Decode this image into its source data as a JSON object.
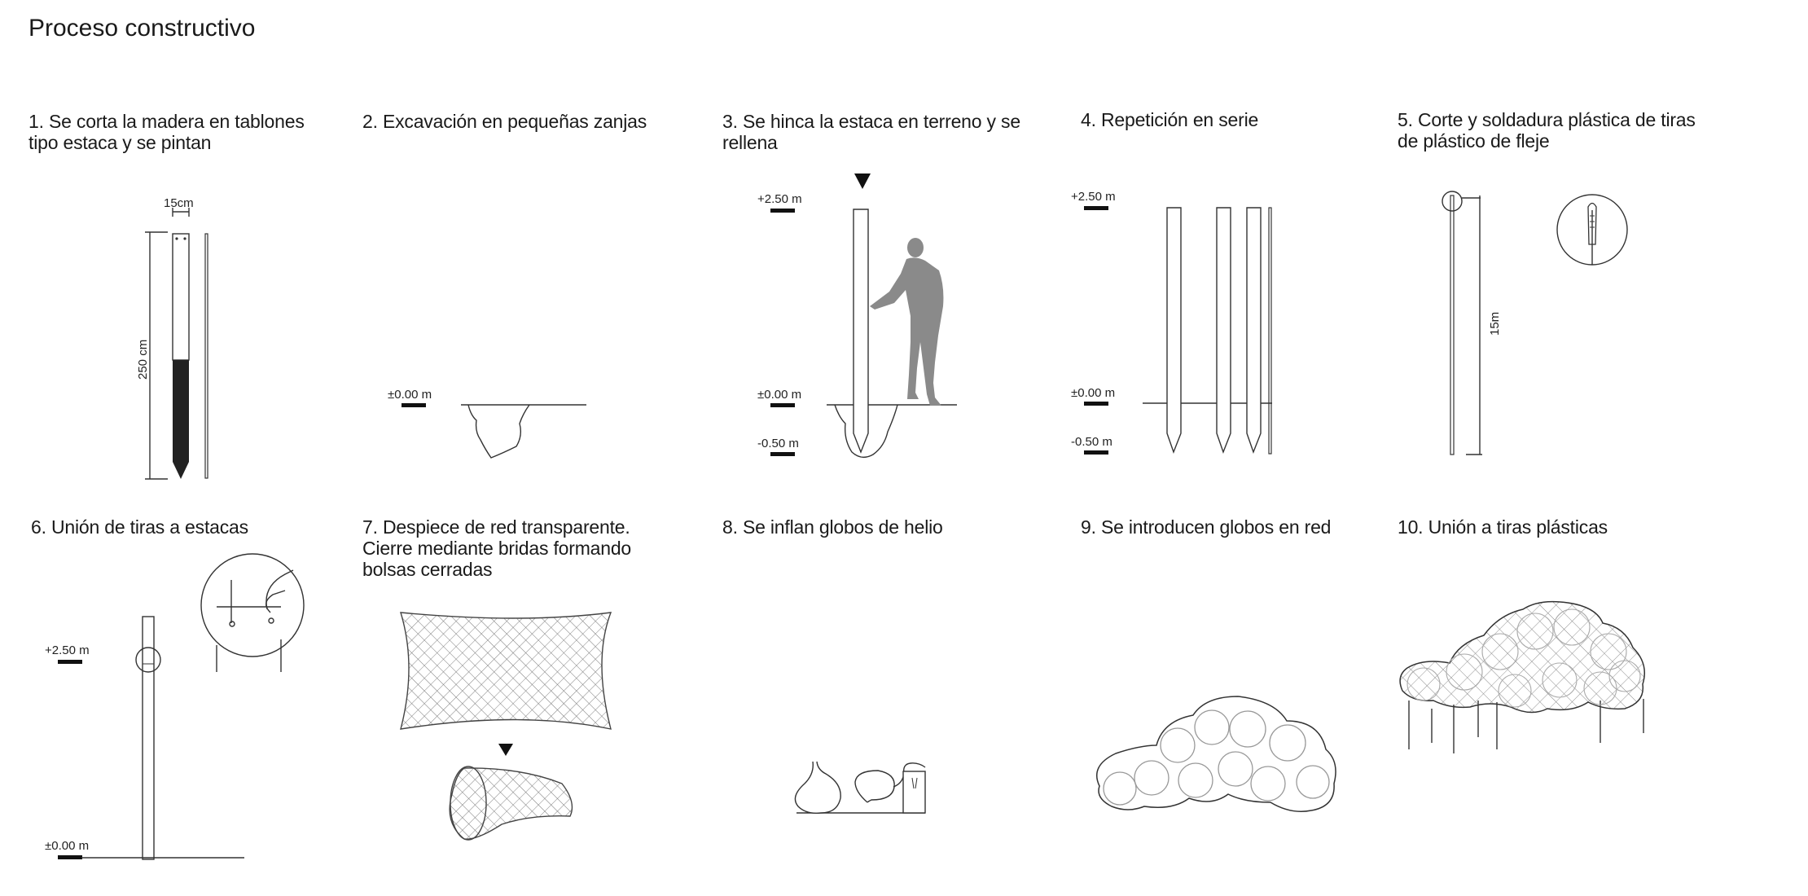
{
  "title": "Proceso constructivo",
  "steps": [
    {
      "label": "1. Se corta la madera en tablones\ntipo estaca y se pintan"
    },
    {
      "label": "2. Excavación en pequeñas zanjas"
    },
    {
      "label": "3. Se hinca la estaca en terreno y se\nrellena"
    },
    {
      "label": "4. Repetición en serie"
    },
    {
      "label": "5. Corte y soldadura plástica de tiras\nde plástico de fleje"
    },
    {
      "label": "6. Unión de tiras a estacas"
    },
    {
      "label": "7. Despiece de red transparente.\nCierre mediante bridas formando\nbolsas cerradas"
    },
    {
      "label": "8. Se inflan globos de helio"
    },
    {
      "label": "9. Se introducen globos en red"
    },
    {
      "label": "10. Unión a tiras plásticas"
    }
  ],
  "dimensions": {
    "width": "15cm",
    "height": "250 cm",
    "strip_length": "15m"
  },
  "levels": {
    "top": "+2.50 m",
    "ground": "±0.00 m",
    "trench": "-0.50 m"
  },
  "colors": {
    "line": "#333333",
    "stake_paint": "#222222",
    "figure": "#8a8a8a",
    "mesh": "#777777"
  }
}
